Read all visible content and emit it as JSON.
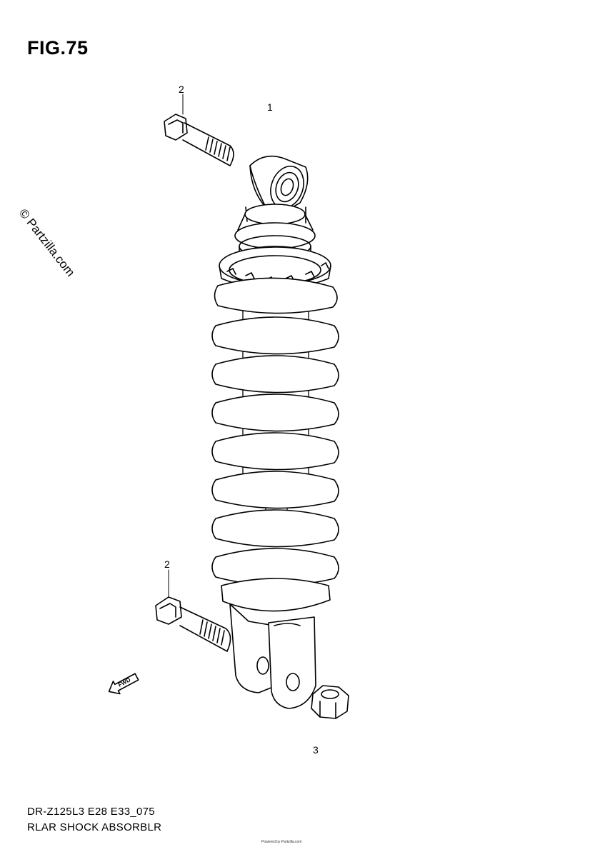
{
  "figure": {
    "title": "FIG.75"
  },
  "watermark": "© Partzilla.com",
  "callouts": {
    "shock_absorber": "1",
    "bolt_upper": "2",
    "bolt_lower": "2",
    "nut": "3"
  },
  "arrow_label": "FWD",
  "footer": {
    "model_line": "DR-Z125L3 E28 E33_075",
    "part_name": "RLAR SHOCK ABSORBLR"
  },
  "credit": "Powered by Partzilla.com"
}
